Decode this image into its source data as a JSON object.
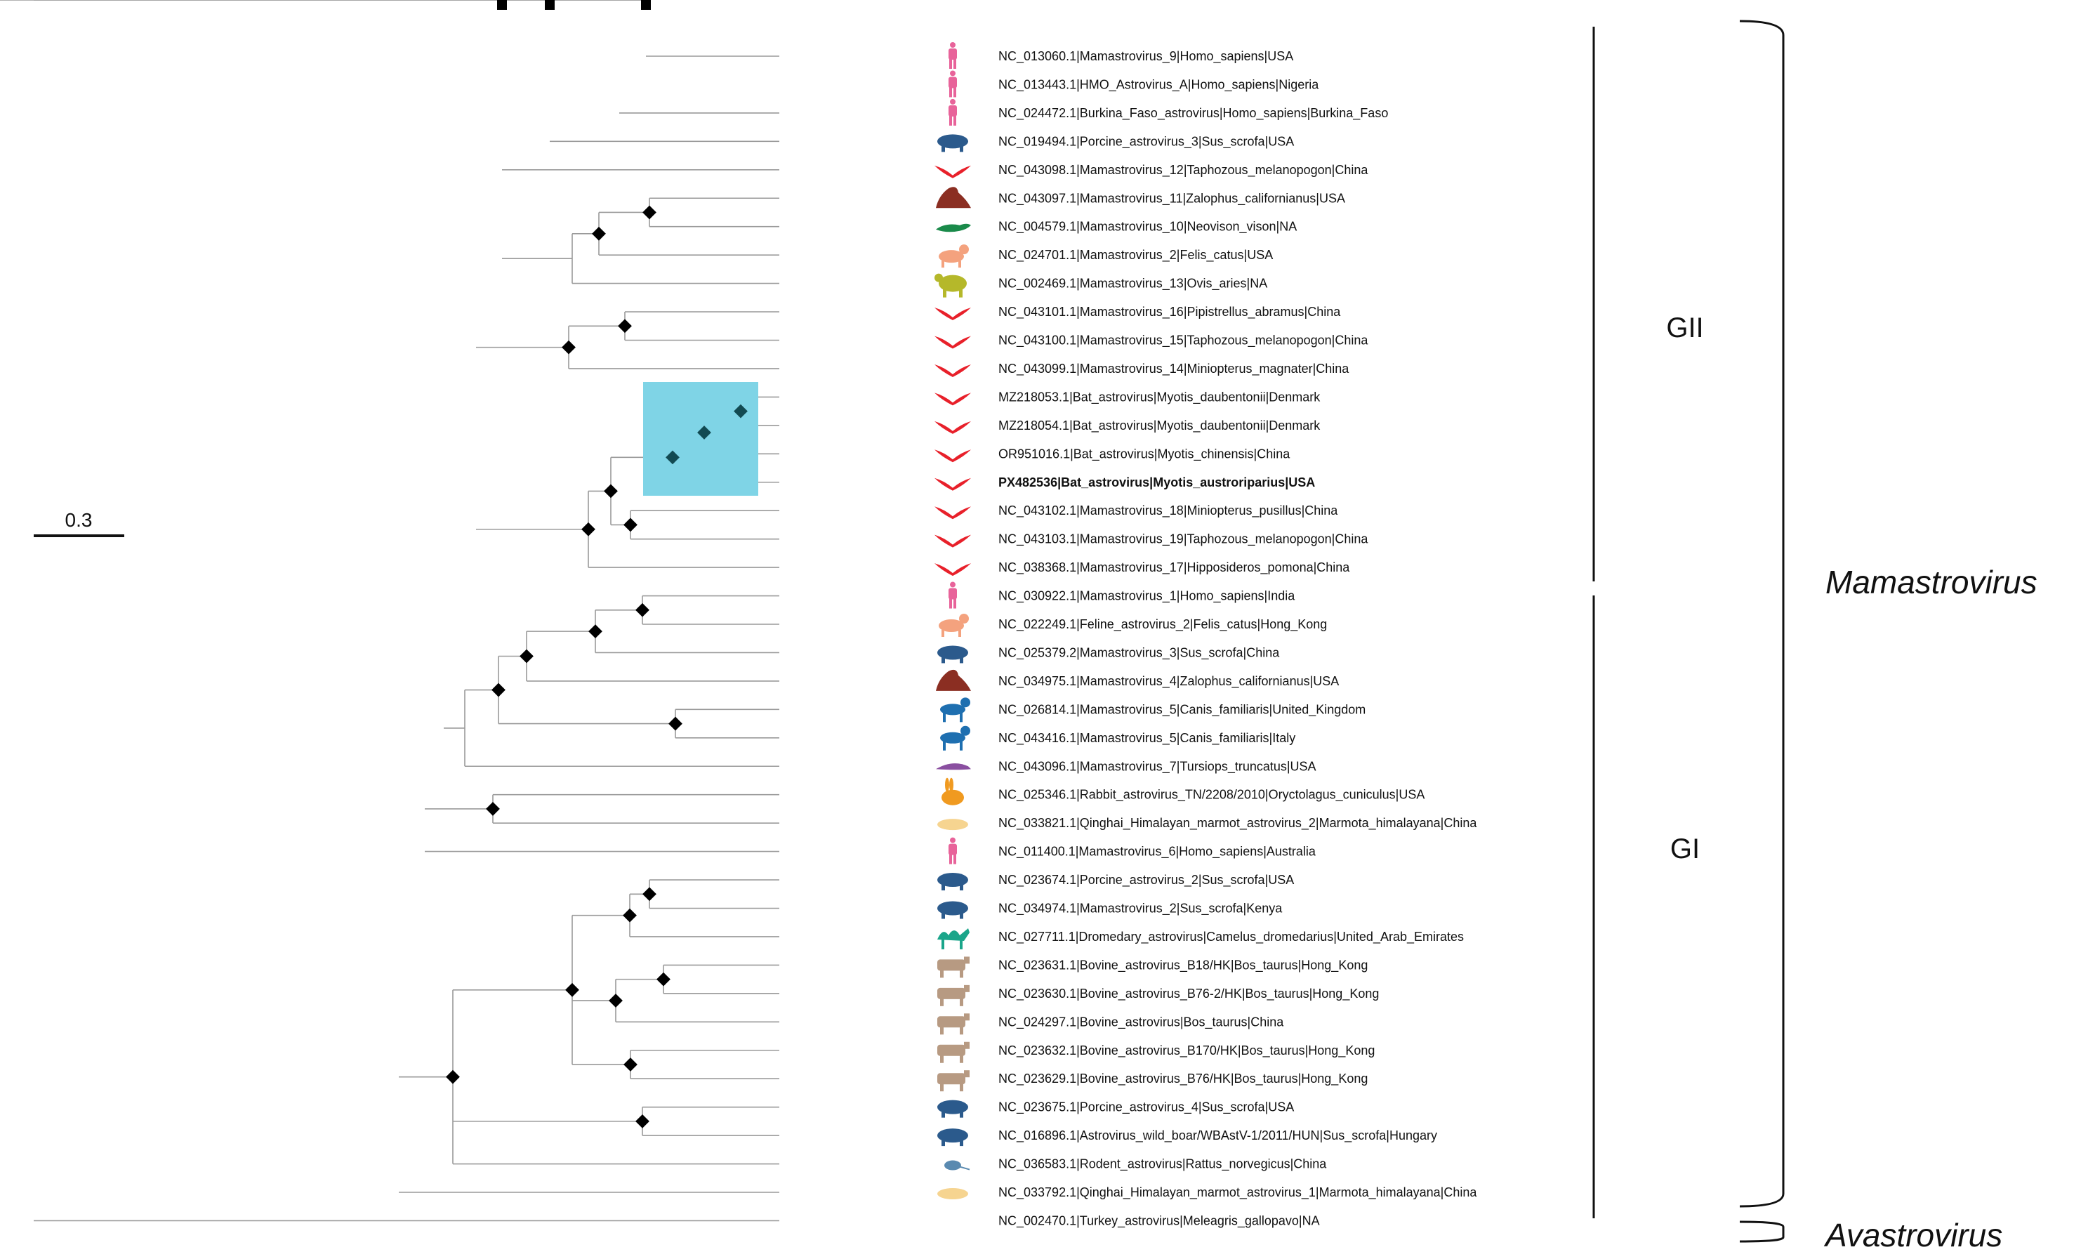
{
  "scale_bar": {
    "label": "0.3"
  },
  "groups": {
    "gii": "GII",
    "gi": "GI"
  },
  "genera": {
    "mamastrovirus": "Mamastrovirus",
    "avastrovirus": "Avastrovirus"
  },
  "colors": {
    "human": "#e8639a",
    "pig": "#2b5a8c",
    "bat": "#e8202a",
    "sealion": "#8b2e22",
    "mink": "#1a8a4a",
    "cat": "#f4a27e",
    "sheep": "#b5b82a",
    "dog": "#1e6fb0",
    "dolphin": "#8a4fa0",
    "rabbit": "#f09a20",
    "marmot": "#f6d490",
    "camel": "#1aa58a",
    "cow": "#b79a82",
    "rat": "#5a8ab0",
    "highlight": "#7fd4e6"
  },
  "tips": [
    {
      "label": "NC_013060.1|Mamastrovirus_9|Homo_sapiens|USA",
      "host_icon": "human-icon"
    },
    {
      "label": "NC_013443.1|HMO_Astrovirus_A|Homo_sapiens|Nigeria",
      "host_icon": "human-icon"
    },
    {
      "label": "NC_024472.1|Burkina_Faso_astrovirus|Homo_sapiens|Burkina_Faso",
      "host_icon": "human-icon"
    },
    {
      "label": "NC_019494.1|Porcine_astrovirus_3|Sus_scrofa|USA",
      "host_icon": "pig-icon"
    },
    {
      "label": "NC_043098.1|Mamastrovirus_12|Taphozous_melanopogon|China",
      "host_icon": "bat-icon"
    },
    {
      "label": "NC_043097.1|Mamastrovirus_11|Zalophus_californianus|USA",
      "host_icon": "sea-lion-icon"
    },
    {
      "label": "NC_004579.1|Mamastrovirus_10|Neovison_vison|NA",
      "host_icon": "mink-icon"
    },
    {
      "label": "NC_024701.1|Mamastrovirus_2|Felis_catus|USA",
      "host_icon": "cat-icon"
    },
    {
      "label": "NC_002469.1|Mamastrovirus_13|Ovis_aries|NA",
      "host_icon": "sheep-icon"
    },
    {
      "label": "NC_043101.1|Mamastrovirus_16|Pipistrellus_abramus|China",
      "host_icon": "bat-icon"
    },
    {
      "label": "NC_043100.1|Mamastrovirus_15|Taphozous_melanopogon|China",
      "host_icon": "bat-icon"
    },
    {
      "label": "NC_043099.1|Mamastrovirus_14|Miniopterus_magnater|China",
      "host_icon": "bat-icon"
    },
    {
      "label": "MZ218053.1|Bat_astrovirus|Myotis_daubentonii|Denmark",
      "host_icon": "bat-icon"
    },
    {
      "label": "MZ218054.1|Bat_astrovirus|Myotis_daubentonii|Denmark",
      "host_icon": "bat-icon"
    },
    {
      "label": "OR951016.1|Bat_astrovirus|Myotis_chinensis|China",
      "host_icon": "bat-icon"
    },
    {
      "label": "PX482536|Bat_astrovirus|Myotis_austroriparius|USA",
      "host_icon": "bat-icon",
      "bold": true
    },
    {
      "label": "NC_043102.1|Mamastrovirus_18|Miniopterus_pusillus|China",
      "host_icon": "bat-icon"
    },
    {
      "label": "NC_043103.1|Mamastrovirus_19|Taphozous_melanopogon|China",
      "host_icon": "bat-icon"
    },
    {
      "label": "NC_038368.1|Mamastrovirus_17|Hipposideros_pomona|China",
      "host_icon": "bat-icon"
    },
    {
      "label": "NC_030922.1|Mamastrovirus_1|Homo_sapiens|India",
      "host_icon": "human-icon"
    },
    {
      "label": "NC_022249.1|Feline_astrovirus_2|Felis_catus|Hong_Kong",
      "host_icon": "cat-icon"
    },
    {
      "label": "NC_025379.2|Mamastrovirus_3|Sus_scrofa|China",
      "host_icon": "pig-icon"
    },
    {
      "label": "NC_034975.1|Mamastrovirus_4|Zalophus_californianus|USA",
      "host_icon": "sea-lion-icon"
    },
    {
      "label": "NC_026814.1|Mamastrovirus_5|Canis_familiaris|United_Kingdom",
      "host_icon": "dog-icon"
    },
    {
      "label": "NC_043416.1|Mamastrovirus_5|Canis_familiaris|Italy",
      "host_icon": "dog-icon"
    },
    {
      "label": "NC_043096.1|Mamastrovirus_7|Tursiops_truncatus|USA",
      "host_icon": "dolphin-icon"
    },
    {
      "label": "NC_025346.1|Rabbit_astrovirus_TN/2208/2010|Oryctolagus_cuniculus|USA",
      "host_icon": "rabbit-icon"
    },
    {
      "label": "NC_033821.1|Qinghai_Himalayan_marmot_astrovirus_2|Marmota_himalayana|China",
      "host_icon": "marmot-icon"
    },
    {
      "label": "NC_011400.1|Mamastrovirus_6|Homo_sapiens|Australia",
      "host_icon": "human-icon"
    },
    {
      "label": "NC_023674.1|Porcine_astrovirus_2|Sus_scrofa|USA",
      "host_icon": "pig-icon"
    },
    {
      "label": "NC_034974.1|Mamastrovirus_2|Sus_scrofa|Kenya",
      "host_icon": "pig-icon"
    },
    {
      "label": "NC_027711.1|Dromedary_astrovirus|Camelus_dromedarius|United_Arab_Emirates",
      "host_icon": "camel-icon"
    },
    {
      "label": "NC_023631.1|Bovine_astrovirus_B18/HK|Bos_taurus|Hong_Kong",
      "host_icon": "cow-icon"
    },
    {
      "label": "NC_023630.1|Bovine_astrovirus_B76-2/HK|Bos_taurus|Hong_Kong",
      "host_icon": "cow-icon"
    },
    {
      "label": "NC_024297.1|Bovine_astrovirus|Bos_taurus|China",
      "host_icon": "cow-icon"
    },
    {
      "label": "NC_023632.1|Bovine_astrovirus_B170/HK|Bos_taurus|Hong_Kong",
      "host_icon": "cow-icon"
    },
    {
      "label": "NC_023629.1|Bovine_astrovirus_B76/HK|Bos_taurus|Hong_Kong",
      "host_icon": "cow-icon"
    },
    {
      "label": "NC_023675.1|Porcine_astrovirus_4|Sus_scrofa|USA",
      "host_icon": "pig-icon"
    },
    {
      "label": "NC_016896.1|Astrovirus_wild_boar/WBAstV-1/2011/HUN|Sus_scrofa|Hungary",
      "host_icon": "pig-icon"
    },
    {
      "label": "NC_036583.1|Rodent_astrovirus|Rattus_norvegicus|China",
      "host_icon": "rat-icon"
    },
    {
      "label": "NC_033792.1|Qinghai_Himalayan_marmot_astrovirus_1|Marmota_himalayana|China",
      "host_icon": "marmot-icon"
    },
    {
      "label": "NC_002470.1|Turkey_astrovirus|Meleagris_gallopavo|NA",
      "host_icon": ""
    }
  ]
}
